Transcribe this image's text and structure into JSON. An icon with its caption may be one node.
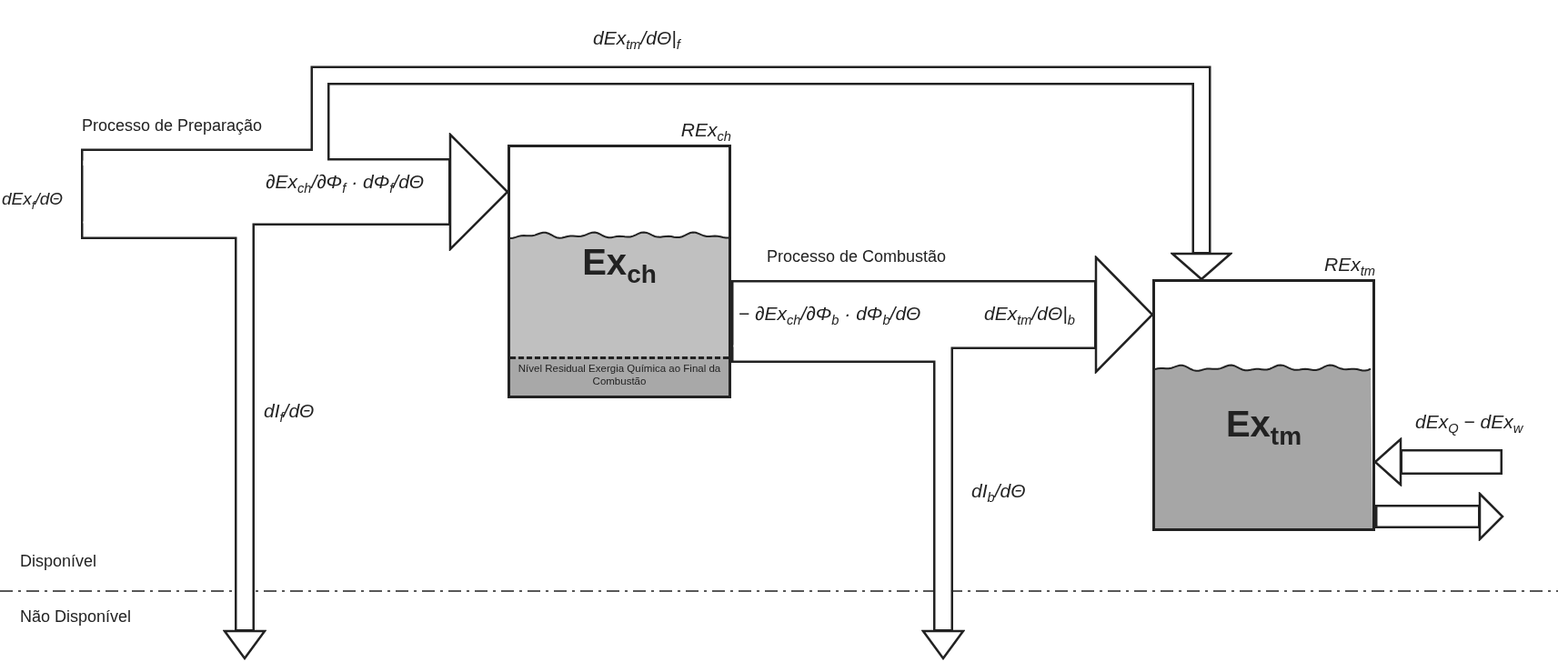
{
  "diagram": {
    "nodes": [
      {
        "text": [
          "dEx$_{f}$/dΘ"
        ]
      },
      {
        "text": [
          "Ex$_{ch}$",
          "Nível Residual Exergia Química ao Final da Combustão"
        ],
        "beside": [
          "REx$_{ch}$"
        ]
      },
      {
        "text": [
          "Ex$_{tm}$"
        ],
        "beside": [
          "REx$_{tm}$"
        ]
      }
    ],
    "edges": [
      {
        "from": 0,
        "to": 1,
        "arrow": "to",
        "style": "thick",
        "label": "∂Ex$_{ch}$/∂Φ$_{f}$ · dΦ$_{f}$/dΘ"
      },
      {
        "from": 0,
        "to": 2,
        "arrow": "to",
        "label": "dEx$_{tm}$/dΘ|$_{f}$"
      },
      {
        "from": 0,
        "to": null,
        "arrow": "to",
        "label": "dI$_{f}$/dΘ"
      },
      {
        "from": 1,
        "to": 2,
        "arrow": "to",
        "style": "thick",
        "label": "dEx$_{tm}$/dΘ|$_{b}$"
      },
      {
        "from": 1,
        "to": null,
        "arrow": "to",
        "label": "dI$_{b}$/dΘ"
      },
      {
        "from": null,
        "to": 2,
        "arrow": "to"
      },
      {
        "from": 2,
        "to": null,
        "arrow": "to"
      }
    ],
    "labels": [
      "Processo de Preparação",
      "Processo de Combustão",
      "− ∂Ex$_{ch}$/∂Φ$_{b}$ · dΦ$_{b}$/dΘ",
      "dEx$_{Q}$ − dEx$_{w}$",
      "Disponível",
      "Não Disponível"
    ]
  }
}
